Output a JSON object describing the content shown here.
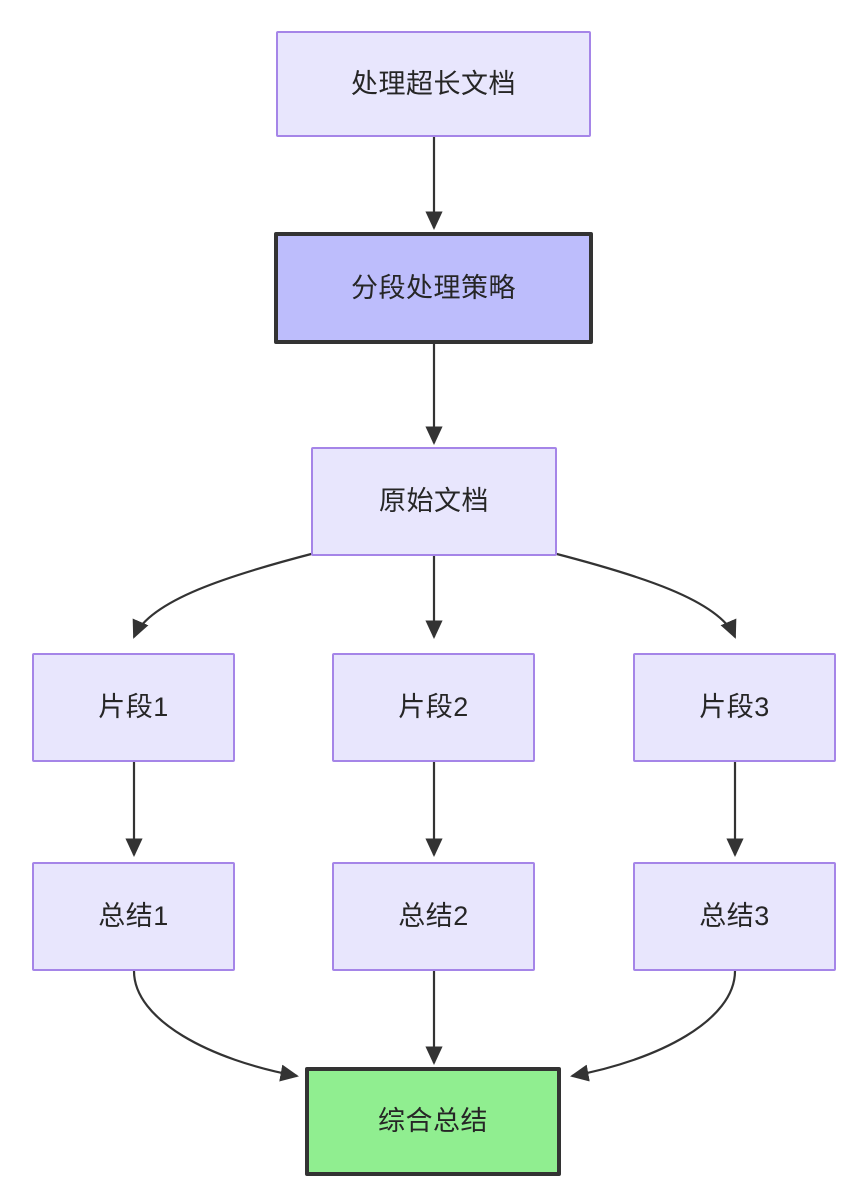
{
  "diagram": {
    "type": "flowchart",
    "direction": "top-down",
    "background_color": "#ffffff",
    "styles": {
      "default_fill": "#e8e6fd",
      "default_stroke": "#a585e8",
      "highlight_fill": "#bdbdfc",
      "highlight_stroke": "#333333",
      "terminal_fill": "#90ee90",
      "terminal_stroke": "#333333",
      "edge_color": "#333333",
      "text_color": "#262626"
    },
    "nodes": [
      {
        "id": "n1",
        "label": "处理超长文档",
        "style": "default"
      },
      {
        "id": "n2",
        "label": "分段处理策略",
        "style": "highlight"
      },
      {
        "id": "n3",
        "label": "原始文档",
        "style": "default"
      },
      {
        "id": "n4",
        "label": "片段1",
        "style": "default"
      },
      {
        "id": "n5",
        "label": "片段2",
        "style": "default"
      },
      {
        "id": "n6",
        "label": "片段3",
        "style": "default"
      },
      {
        "id": "n7",
        "label": "总结1",
        "style": "default"
      },
      {
        "id": "n8",
        "label": "总结2",
        "style": "default"
      },
      {
        "id": "n9",
        "label": "总结3",
        "style": "default"
      },
      {
        "id": "n10",
        "label": "综合总结",
        "style": "terminal"
      }
    ],
    "edges": [
      {
        "from": "处理超长文档",
        "to": "分段处理策略",
        "shape": "straight"
      },
      {
        "from": "分段处理策略",
        "to": "原始文档",
        "shape": "straight"
      },
      {
        "from": "原始文档",
        "to": "片段1",
        "shape": "curved"
      },
      {
        "from": "原始文档",
        "to": "片段2",
        "shape": "straight"
      },
      {
        "from": "原始文档",
        "to": "片段3",
        "shape": "curved"
      },
      {
        "from": "片段1",
        "to": "总结1",
        "shape": "straight"
      },
      {
        "from": "片段2",
        "to": "总结2",
        "shape": "straight"
      },
      {
        "from": "片段3",
        "to": "总结3",
        "shape": "straight"
      },
      {
        "from": "总结1",
        "to": "综合总结",
        "shape": "curved"
      },
      {
        "from": "总结2",
        "to": "综合总结",
        "shape": "straight"
      },
      {
        "from": "总结3",
        "to": "综合总结",
        "shape": "curved"
      }
    ]
  }
}
